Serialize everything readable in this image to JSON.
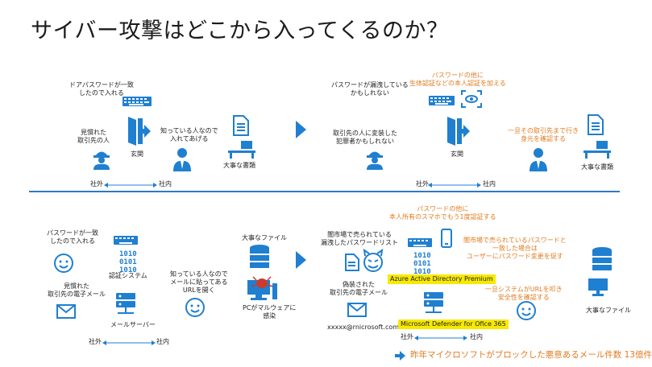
{
  "title": "サイバー攻撃はどこから入ってくるのか？",
  "top_left": {
    "password_match": "ドアパスワードが一致\nしたので入れる",
    "familiar_partner": "見慣れた\n取引先の人",
    "entrance": "玄関",
    "known_person": "知っている人なので\n入れてあげる",
    "important_docs": "大事な書類",
    "outside": "社外",
    "inside": "社内"
  },
  "top_right": {
    "password_leak": "パスワードが漏洩している\nかもしれない",
    "impersonation": "取引先の人に変装した\n犯罪者かもしれない",
    "entrance": "玄関",
    "biometric_note": "パスワードの他に\n生体認証などの本人認証を加える",
    "verify_identity": "一旦その取引先まで行き\n身元を確認する",
    "important_docs": "大事な書類",
    "outside": "社外",
    "inside": "社内"
  },
  "bottom_left": {
    "password_match": "パスワードが一致\nしたので入れる",
    "familiar_email": "見慣れた\n取引先の電子メール",
    "auth_system": "認証システム",
    "mail_server": "メールサーバー",
    "known_person_click": "知っている人なので\nメールに貼ってある\nURLを開く",
    "important_file": "大事なファイル",
    "malware": "PCがマルウェアに\n感染",
    "outside": "社外",
    "inside": "社内"
  },
  "bottom_right": {
    "leaked_list": "闇市場で売られている\n漏洩したパスワードリスト",
    "mfa_note": "パスワードの他に\n本人所有のスマホでもう1度認証する",
    "password_reset_note": "闇市場で売られているパスワードと\n一致した場合は\nユーザーにパスワード変更を促す",
    "azure_ad": "Azure Active Directory Premium",
    "spoofed_email": "偽装された\n取引先の電子メール",
    "url_check": "一旦システムがURLを叩き\n安全性を確認する",
    "important_file": "大事なファイル",
    "fake_address": "xxxxx@rnicrosoft.com",
    "defender": "Microsoft Defender for Ofice 365",
    "outside": "社外",
    "inside": "社内"
  },
  "footer": "昨年マイクロソフトがブロックした悪意あるメール件数 13億件",
  "colors": {
    "blue": "#1f7fd0",
    "orange": "#e07b1f",
    "highlight": "#f7e900",
    "divider": "#2f78c4"
  }
}
